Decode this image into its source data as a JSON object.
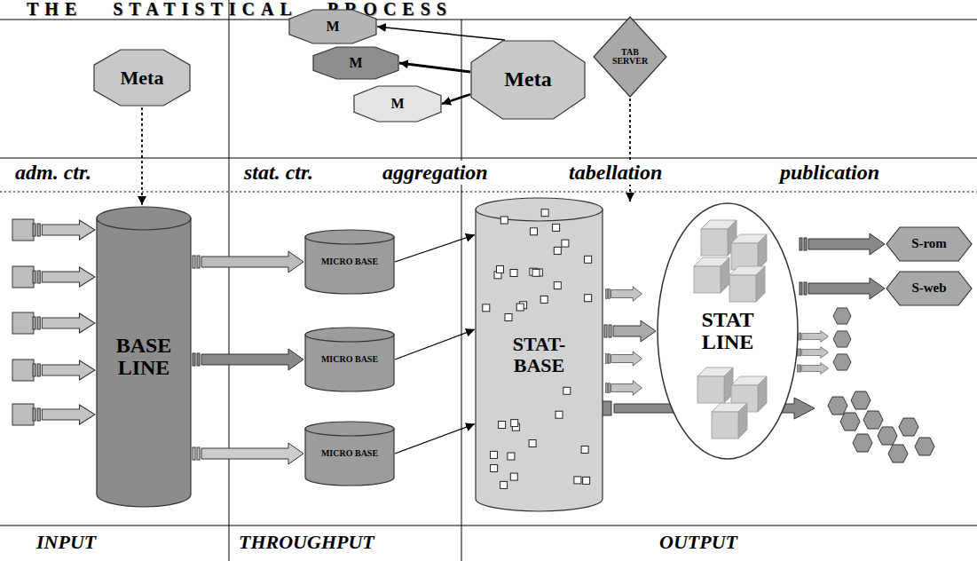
{
  "diagram": {
    "title": "THE STATISTICAL PROCESS",
    "nodes": [
      {
        "text": [
          "Meta"
        ]
      },
      {
        "text": [
          "M"
        ]
      },
      {
        "text": [
          "M"
        ]
      },
      {
        "text": [
          "M"
        ]
      },
      {
        "text": [
          "Meta"
        ]
      },
      {
        "text": [
          "TAB SERVER"
        ]
      },
      {
        "text": [
          "BASE LINE"
        ]
      },
      {
        "text": [
          "MICRO BASE"
        ]
      },
      {
        "text": [
          "MICRO BASE"
        ]
      },
      {
        "text": [
          "MICRO BASE"
        ]
      },
      {
        "text": [
          "STAT-BASE"
        ]
      },
      {
        "text": [
          "STAT LINE"
        ]
      },
      {
        "text": [
          "S-rom"
        ]
      },
      {
        "text": [
          "S-web"
        ]
      }
    ],
    "edges": [
      {
        "from": 0,
        "to": 6,
        "arrow": "to"
      },
      {
        "from": 4,
        "to": 1,
        "arrow": "to"
      },
      {
        "from": 4,
        "to": 2,
        "arrow": "to"
      },
      {
        "from": 4,
        "to": 3,
        "arrow": "to"
      },
      {
        "from": 5,
        "to": 11,
        "arrow": "to"
      },
      {
        "from": 6,
        "to": 7,
        "arrow": "to"
      },
      {
        "from": 6,
        "to": 8,
        "arrow": "to"
      },
      {
        "from": 6,
        "to": 9,
        "arrow": "to"
      },
      {
        "from": 7,
        "to": 10,
        "arrow": "to"
      },
      {
        "from": 8,
        "to": 10,
        "arrow": "to"
      },
      {
        "from": 9,
        "to": 10,
        "arrow": "to"
      },
      {
        "from": 10,
        "to": 11,
        "arrow": "to"
      },
      {
        "from": 11,
        "to": 12,
        "arrow": "to"
      },
      {
        "from": 11,
        "to": 13,
        "arrow": "to"
      }
    ],
    "labels": [
      "adm. ctr.",
      "stat. ctr.",
      "aggregation",
      "tabellation",
      "publication",
      "INPUT",
      "THROUGHPUT",
      "OUTPUT"
    ]
  }
}
